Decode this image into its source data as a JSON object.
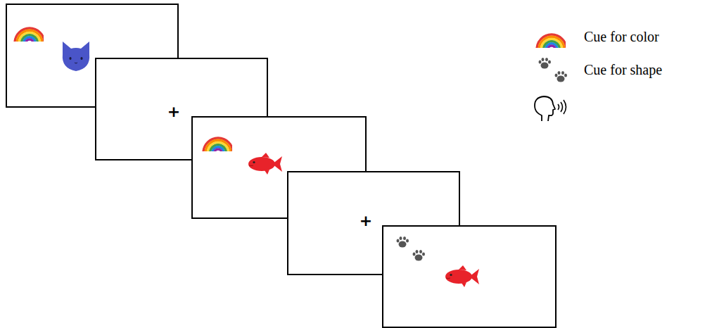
{
  "diagram": {
    "nodes": [
      {
        "text": [
          "+"
        ]
      },
      {
        "text": [
          "+"
        ]
      }
    ],
    "legend": [
      {
        "text": "Cue for color"
      },
      {
        "text": "Cue for shape"
      }
    ]
  }
}
